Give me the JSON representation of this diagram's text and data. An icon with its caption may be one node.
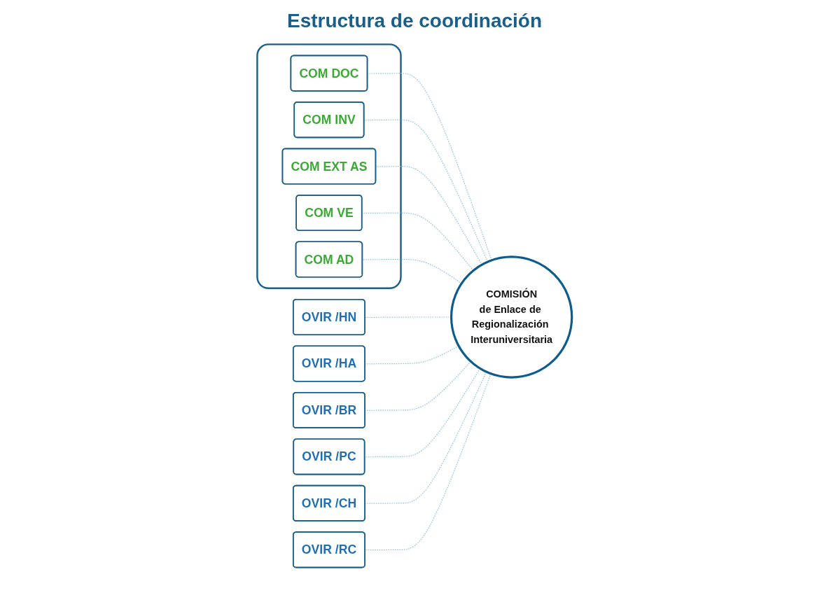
{
  "diagram": {
    "title": "Estructura de coordinación",
    "nodes": [
      {
        "text": [],
        "shape": "bar"
      },
      {
        "text": [
          "COM DOC"
        ],
        "in": 0
      },
      {
        "text": [
          "COM INV"
        ],
        "in": 0
      },
      {
        "text": [
          "COM EXT AS"
        ],
        "in": 0
      },
      {
        "text": [
          "COM VE"
        ],
        "in": 0
      },
      {
        "text": [
          "COM AD"
        ],
        "in": 0
      },
      {
        "text": [
          "OVIR /HN"
        ]
      },
      {
        "text": [
          "OVIR /HA"
        ]
      },
      {
        "text": [
          "OVIR /BR"
        ]
      },
      {
        "text": [
          "OVIR /PC"
        ]
      },
      {
        "text": [
          "OVIR /CH"
        ]
      },
      {
        "text": [
          "OVIR /RC"
        ]
      },
      {
        "text": [
          "COMISIÓN",
          "de Enlace de Regionalización Interuniversitaria"
        ]
      }
    ],
    "edges": [
      {
        "from": 12,
        "to": 1,
        "arrow": "none",
        "style": "dashed"
      },
      {
        "from": 12,
        "to": 2,
        "arrow": "none",
        "style": "dashed"
      },
      {
        "from": 12,
        "to": 3,
        "arrow": "none",
        "style": "dashed"
      },
      {
        "from": 12,
        "to": 4,
        "arrow": "none",
        "style": "dashed"
      },
      {
        "from": 12,
        "to": 5,
        "arrow": "none",
        "style": "dashed"
      },
      {
        "from": 12,
        "to": 6,
        "arrow": "none",
        "style": "dashed"
      },
      {
        "from": 12,
        "to": 7,
        "arrow": "none",
        "style": "dashed"
      },
      {
        "from": 12,
        "to": 8,
        "arrow": "none",
        "style": "dashed"
      },
      {
        "from": 12,
        "to": 9,
        "arrow": "none",
        "style": "dashed"
      },
      {
        "from": 12,
        "to": 10,
        "arrow": "none",
        "style": "dashed"
      },
      {
        "from": 12,
        "to": 11,
        "arrow": "none",
        "style": "dashed"
      }
    ]
  }
}
